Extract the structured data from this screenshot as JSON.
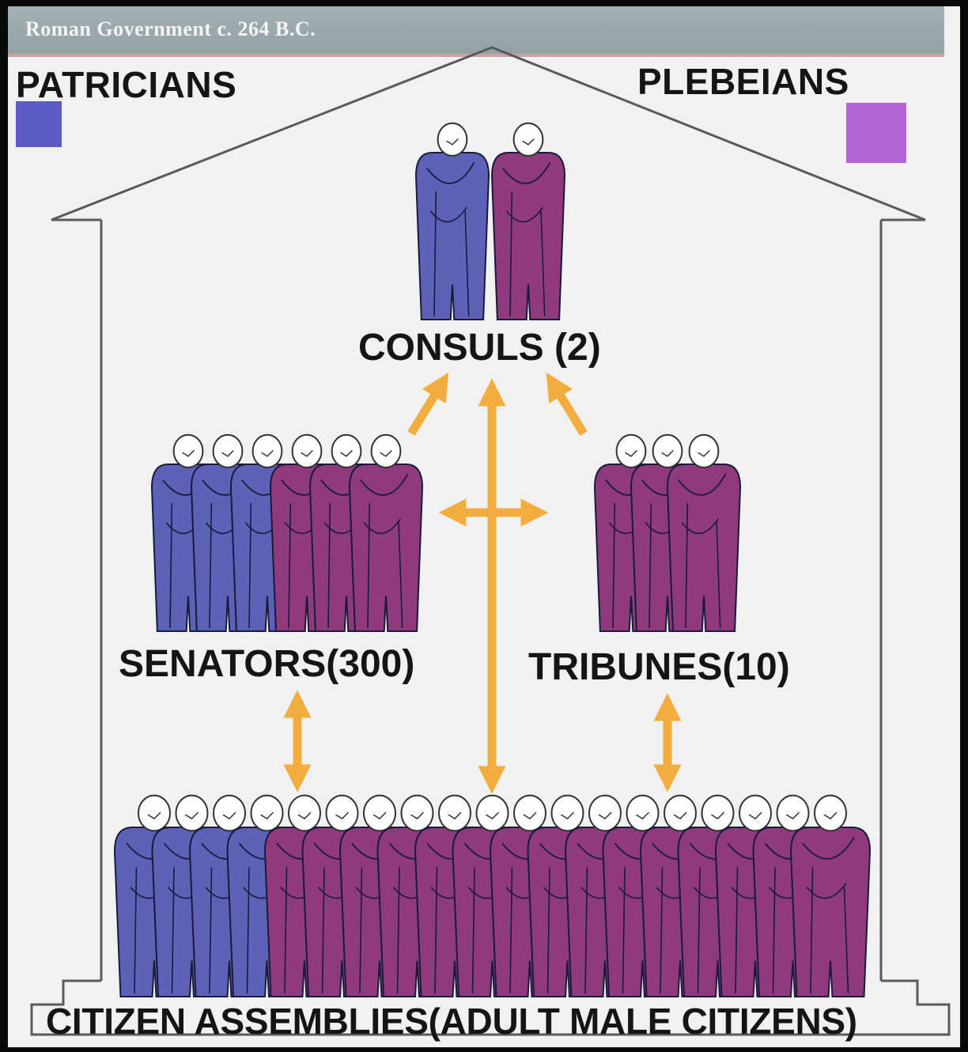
{
  "header": {
    "title": "Roman Government c. 264 B.C."
  },
  "legend": {
    "patricians": {
      "label": "PATRICIANS",
      "color": "#5b5cc4"
    },
    "plebeians": {
      "label": "PLEBEIANS",
      "color": "#b266d6"
    }
  },
  "groups": {
    "consuls": {
      "label": "CONSULS (2)",
      "patrician_figures": 1,
      "plebeian_figures": 1
    },
    "senators": {
      "label": "SENATORS(300)",
      "patrician_figures": 3,
      "plebeian_figures": 3
    },
    "tribunes": {
      "label": "TRIBUNES(10)",
      "patrician_figures": 0,
      "plebeian_figures": 3
    },
    "assemblies": {
      "label": "CITIZEN ASSEMBLIES(ADULT MALE CITIZENS)",
      "patrician_figures": 4,
      "plebeian_figures": 15
    }
  },
  "colors": {
    "patrician_robe": "#5b62b8",
    "plebeian_robe": "#8e3a7c",
    "arrow": "#f3ad3e",
    "outline": "#1a1a3a"
  }
}
